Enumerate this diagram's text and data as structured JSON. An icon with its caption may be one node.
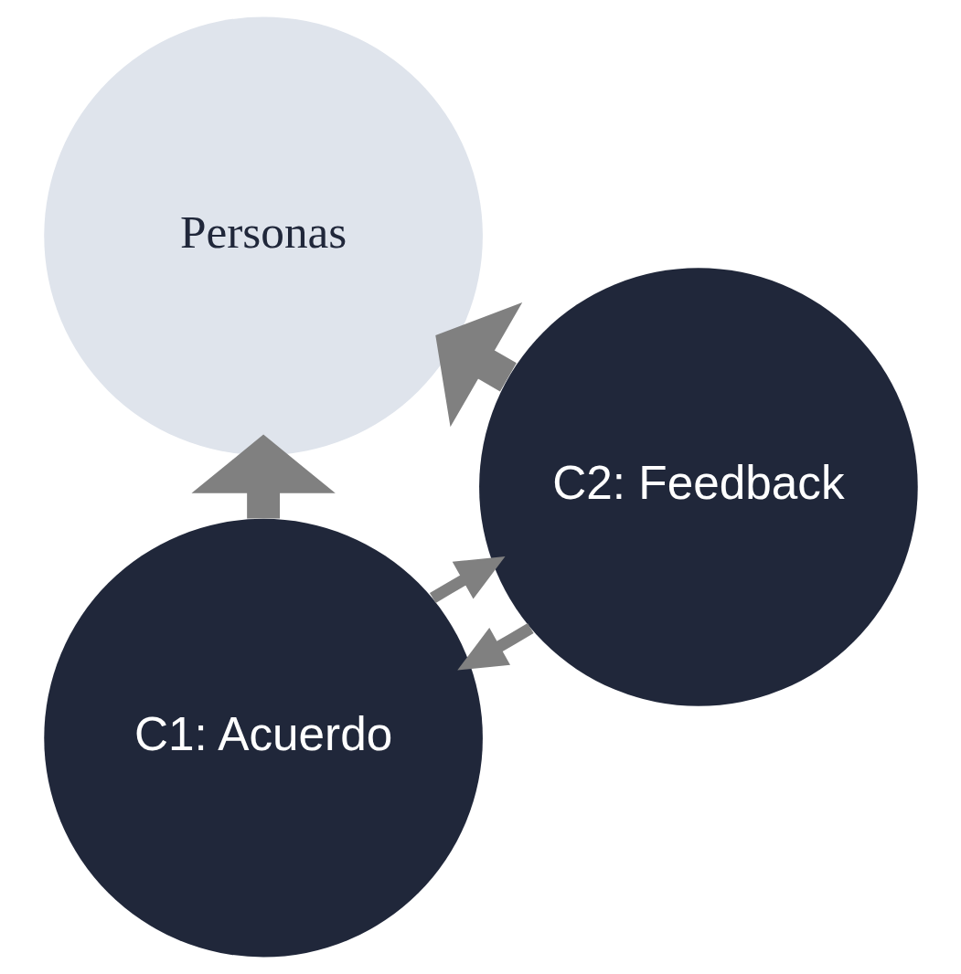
{
  "diagram": {
    "nodes": [
      {
        "text": [
          "C1: Acuerdo"
        ]
      },
      {
        "text": [
          "Personas"
        ]
      },
      {
        "text": [
          "C2: Feedback"
        ]
      }
    ],
    "edges": [
      {
        "from": 0,
        "to": 2,
        "arrow": "to",
        "color": "#808080"
      },
      {
        "from": 0,
        "to": 1,
        "arrow": "to",
        "style": "thick",
        "color": "#808080"
      },
      {
        "from": 2,
        "to": 1,
        "arrow": "to",
        "style": "thick",
        "color": "#808080"
      },
      {
        "from": 2,
        "to": 0,
        "arrow": "to",
        "color": "#808080"
      }
    ]
  }
}
